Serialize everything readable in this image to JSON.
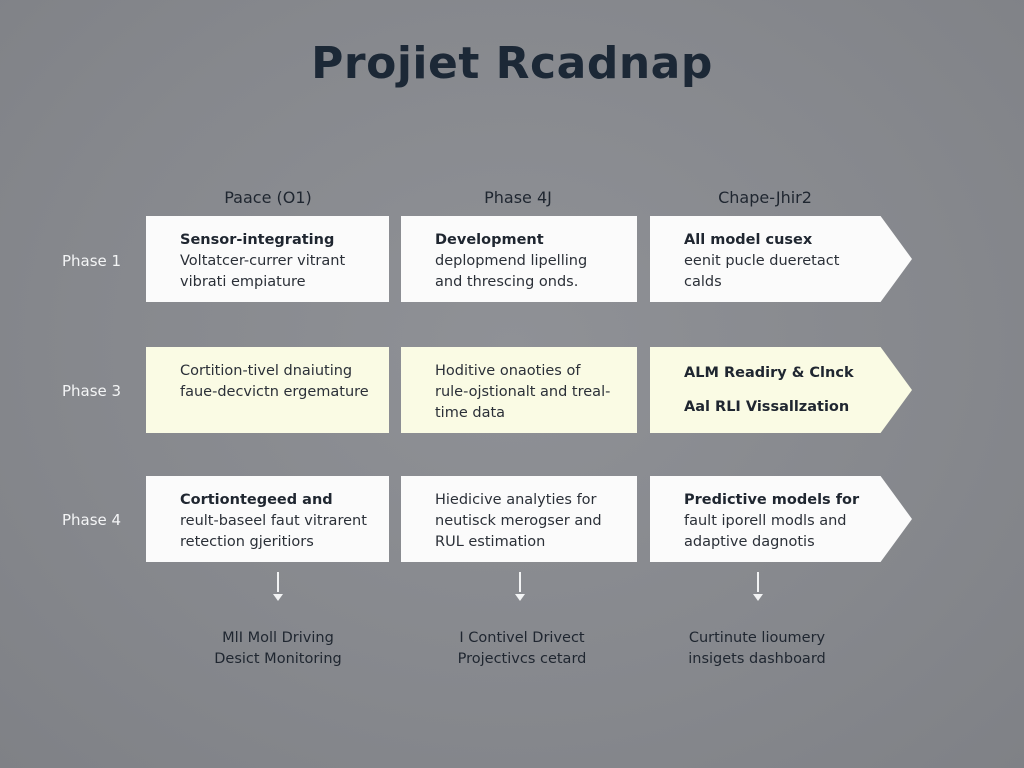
{
  "title": "Projiet Rcadnap",
  "columns": [
    {
      "header": "Paace (O1)"
    },
    {
      "header": "Phase 4J"
    },
    {
      "header": "Chape-Jhir2"
    }
  ],
  "rows": [
    {
      "label": "Phase 1",
      "cells": [
        {
          "lines": [
            "Sensor-integrating",
            "Voltatcer-currer vitrant",
            "vibrati empiature"
          ]
        },
        {
          "lines": [
            "Development",
            "deplopmend lipelling",
            "and threscing onds."
          ]
        },
        {
          "lines": [
            "All model cusex",
            "eenit pucle dueretact",
            "calds"
          ]
        }
      ]
    },
    {
      "label": "Phase 3",
      "cells": [
        {
          "lines": [
            "Cortition-tivel dnaiuting",
            "faue-decvictn ergemature"
          ]
        },
        {
          "lines": [
            "Hoditive onaoties of",
            "rule-ojstionalt and treal-",
            "time data"
          ]
        },
        {
          "lines": [
            "ALM Readiry & Clnck",
            "Aal RLI Vissallzation"
          ]
        }
      ]
    },
    {
      "label": "Phase 4",
      "cells": [
        {
          "lines": [
            "Cortiontegeed and",
            "reult-baseel faut vitrarent",
            "retection gjeritiors"
          ]
        },
        {
          "lines": [
            "Hiedicive analyties for",
            "neutisck merogser and",
            "RUL estimation"
          ]
        },
        {
          "lines": [
            "Predictive models for",
            "fault iporell modls and",
            "adaptive dagnotis"
          ]
        }
      ]
    }
  ],
  "outputs": [
    {
      "lines": [
        "MlI Moll Driving",
        "Desict Monitoring"
      ]
    },
    {
      "lines": [
        "I Contivel Drivect",
        "Projectivcs cetard"
      ]
    },
    {
      "lines": [
        "Curtinute lioumery",
        "insigets dashboard"
      ]
    }
  ]
}
